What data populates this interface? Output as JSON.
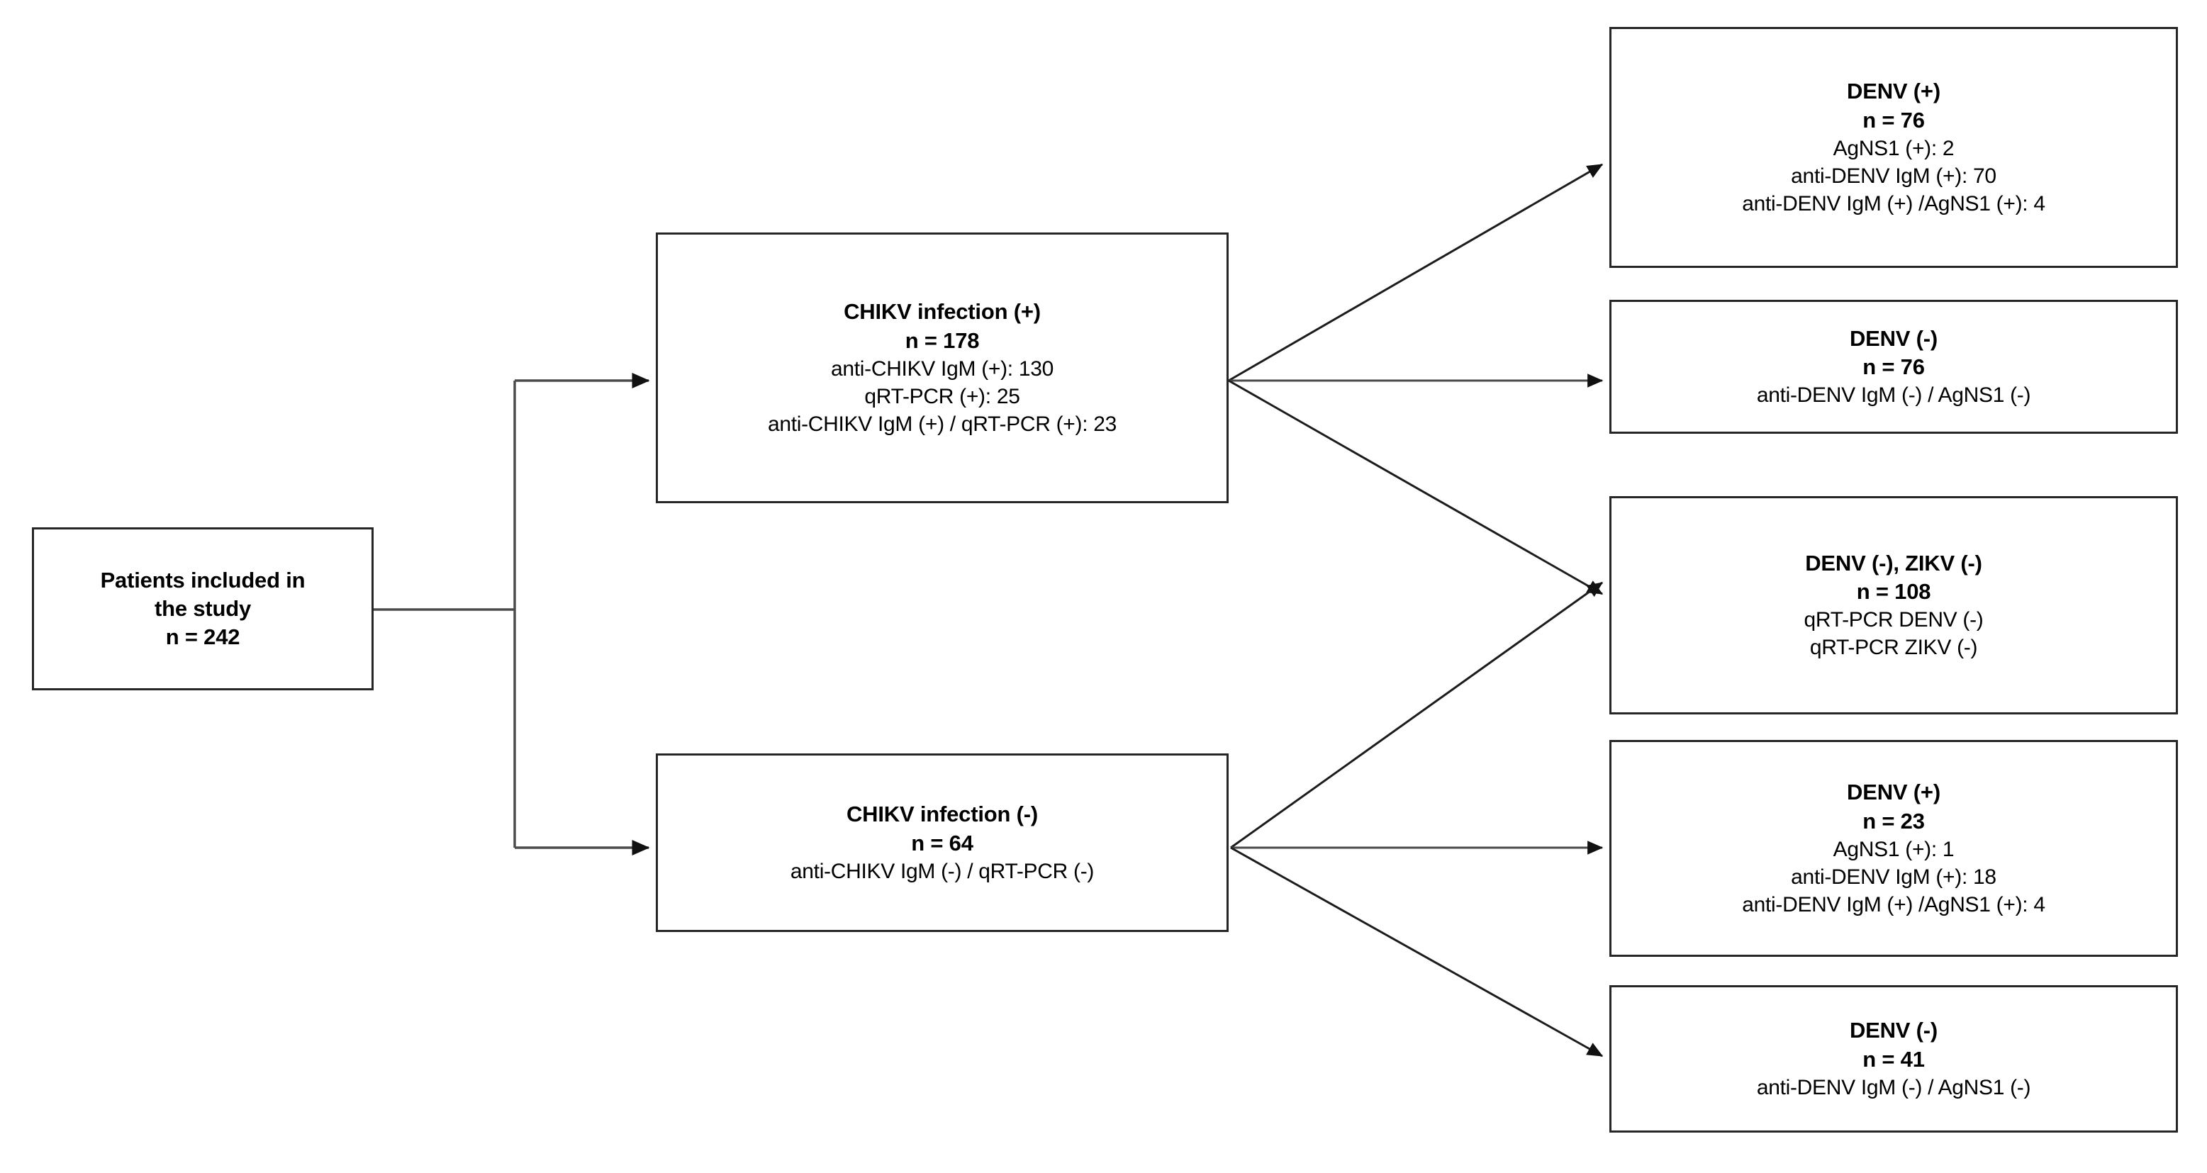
{
  "diagram": {
    "type": "study-flow-chart",
    "background_color": "#ffffff",
    "box_border_color": "#262626",
    "connector_color": "#404040",
    "text_color": "#000000"
  },
  "nodes": {
    "root": {
      "title": "Patients included in",
      "title_line2": "the study",
      "count": "n = 242",
      "details": []
    },
    "chikv_pos": {
      "title": "CHIKV infection (+)",
      "count": "n = 178",
      "details": [
        "anti-CHIKV IgM (+): 130",
        "qRT-PCR (+): 25",
        "anti-CHIKV IgM (+) / qRT-PCR (+): 23"
      ]
    },
    "chikv_neg": {
      "title": "CHIKV infection (-)",
      "count": "n = 64",
      "details": [
        "anti-CHIKV IgM (-) / qRT-PCR (-)"
      ]
    },
    "denv_pos_top": {
      "title": "DENV (+)",
      "count": "n = 76",
      "details": [
        "AgNS1 (+): 2",
        "anti-DENV IgM (+): 70",
        "anti-DENV IgM (+) /AgNS1 (+): 4"
      ]
    },
    "denv_neg_top": {
      "title": "DENV (-)",
      "count": "n = 76",
      "details": [
        "anti-DENV IgM (-) / AgNS1 (-)"
      ]
    },
    "denv_zikv_neg": {
      "title": "DENV (-), ZIKV (-)",
      "count": "n = 108",
      "details": [
        "qRT-PCR DENV (-)",
        "qRT-PCR ZIKV (-)"
      ]
    },
    "denv_pos_bottom": {
      "title": "DENV (+)",
      "count": "n = 23",
      "details": [
        "AgNS1 (+): 1",
        "anti-DENV IgM (+): 18",
        "anti-DENV IgM (+) /AgNS1 (+): 4"
      ]
    },
    "denv_neg_bottom": {
      "title": "DENV (-)",
      "count": "n = 41",
      "details": [
        "anti-DENV IgM (-) / AgNS1 (-)"
      ]
    }
  },
  "edges": [
    {
      "from": "root",
      "to": "chikv_pos",
      "style": "orthogonal"
    },
    {
      "from": "root",
      "to": "chikv_neg",
      "style": "orthogonal"
    },
    {
      "from": "chikv_pos",
      "to": "denv_pos_top",
      "style": "diagonal"
    },
    {
      "from": "chikv_pos",
      "to": "denv_neg_top",
      "style": "straight"
    },
    {
      "from": "chikv_pos",
      "to": "denv_zikv_neg",
      "style": "diagonal"
    },
    {
      "from": "chikv_neg",
      "to": "denv_zikv_neg",
      "style": "diagonal"
    },
    {
      "from": "chikv_neg",
      "to": "denv_pos_bottom",
      "style": "straight"
    },
    {
      "from": "chikv_neg",
      "to": "denv_neg_bottom",
      "style": "diagonal"
    }
  ]
}
